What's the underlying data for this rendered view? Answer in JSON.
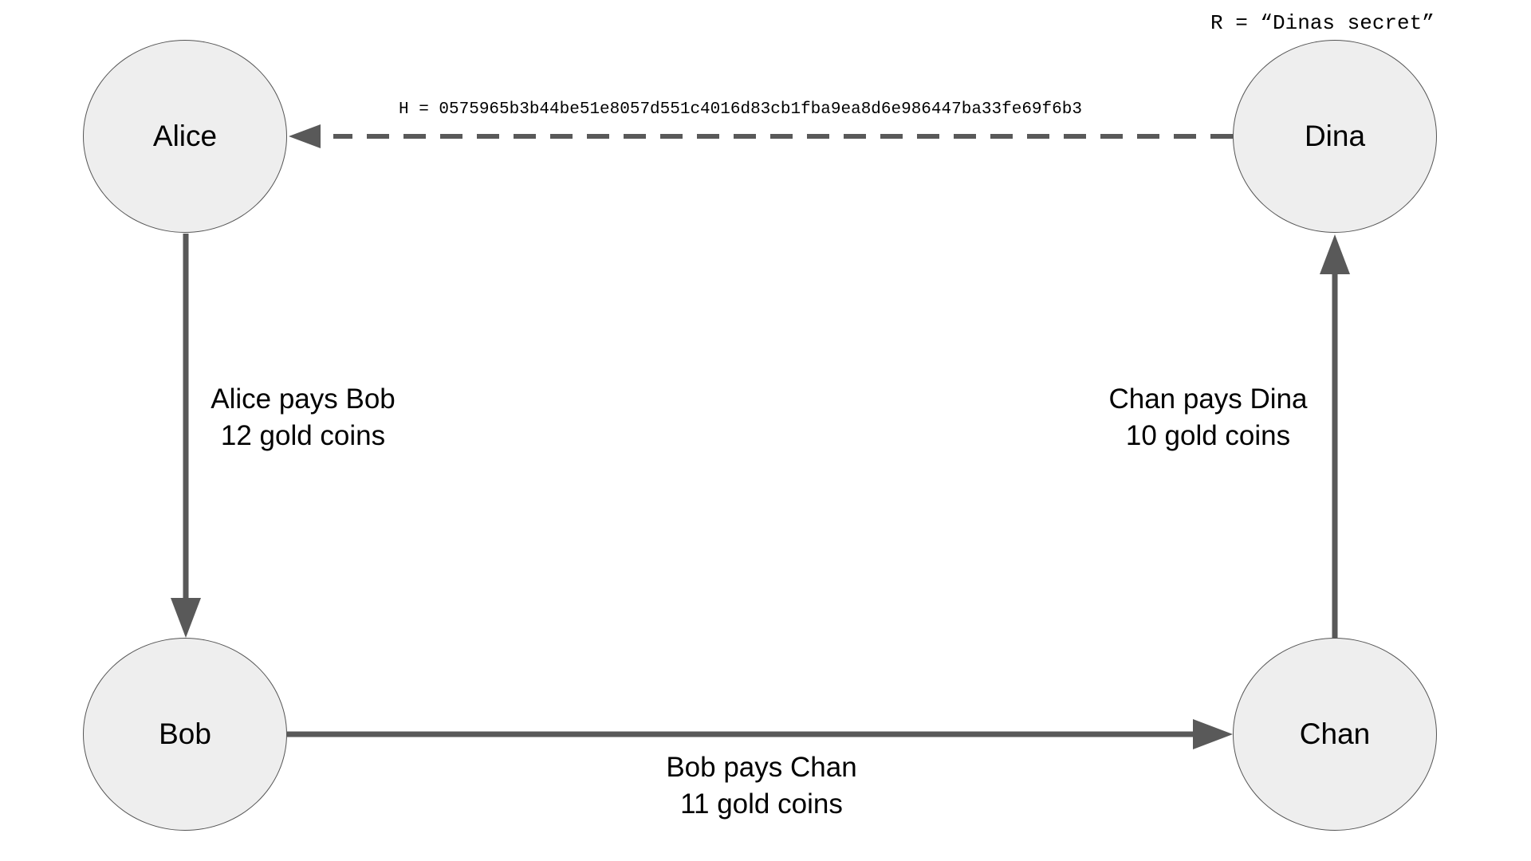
{
  "nodes": {
    "alice": "Alice",
    "bob": "Bob",
    "chan": "Chan",
    "dina": "Dina"
  },
  "edges": {
    "alice_bob": {
      "line1": "Alice pays Bob",
      "line2": "12 gold coins"
    },
    "bob_chan": {
      "line1": "Bob pays Chan",
      "line2": "11 gold coins"
    },
    "chan_dina": {
      "line1": "Chan pays Dina",
      "line2": "10 gold coins"
    },
    "dina_alice": {
      "label": "H = 0575965b3b44be51e8057d551c4016d83cb1fba9ea8d6e986447ba33fe69f6b3",
      "style": "dashed"
    }
  },
  "secret": "R = “Dinas secret”",
  "colors": {
    "node_fill": "#eeeeee",
    "node_stroke": "#555555",
    "arrow": "#595959"
  }
}
